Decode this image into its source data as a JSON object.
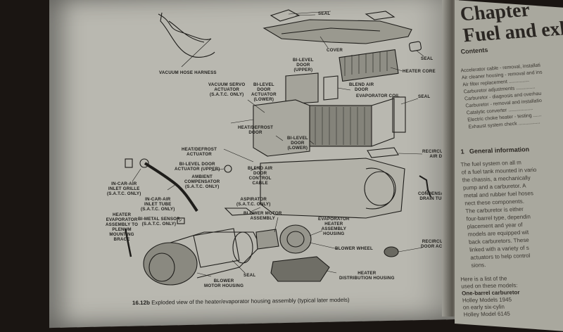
{
  "figure": {
    "number": "16.12b",
    "caption": "Exploded view of the heater/evaporator housing assembly (typical later models)"
  },
  "labels": {
    "seal_top": "SEAL",
    "vacuum_hose_harness": "VACUUM HOSE HARNESS",
    "cover": "COVER",
    "seal_right_top": "SEAL",
    "heater_core": "HEATER CORE",
    "bilevel_door_upper": "BI-LEVEL\nDOOR\n(UPPER)",
    "vacuum_servo_actuator": "VACUUM SERVO\nACTUATOR\n(S.A.T.C. ONLY)",
    "bilevel_door_actuator_lower": "BI-LEVEL\nDOOR\nACTUATOR\n(LOWER)",
    "blend_air_door": "BLEND AIR\nDOOR",
    "evaporator_coil": "EVAPORATOR COIL",
    "seal_right_mid": "SEAL",
    "heat_defrost_door": "HEAT/DEFROST\nDOOR",
    "bilevel_door_lower": "BI-LEVEL\nDOOR\n(LOWER)",
    "heat_defrost_actuator": "HEAT/DEFROST\nACTUATOR",
    "recirculating_air_door": "RECIRCULATING\nAIR DOOR",
    "bilevel_door_actuator_upper": "BI-LEVEL DOOR\nACTUATOR (UPPER)",
    "blend_air_door_control_cable": "BLEND AIR\nDOOR\nCONTROL\nCABLE",
    "ambient_compensator": "AMBIENT\nCOMPENSATOR\n(S.A.T.C. ONLY)",
    "in_car_air_inlet_grille": "IN-CAR-AIR\nINLET GRILLE\n(S.A.T.C. ONLY)",
    "in_car_air_inlet_tube": "IN-CAR-AIR\nINLET TUBE\n(S.A.T.C. ONLY)",
    "aspirator": "ASPIRATOR\n(S.A.T.C. ONLY)",
    "condensate_drain_tube": "CONDENSATE\nDRAIN TUBE",
    "heater_evaporator_brace": "HEATER\nEVAPORATOR\nASSEMBLY TO\nPLENUM\nMOUNTING\nBRACE",
    "bi_metal_sensor": "BI-METAL SENSOR\n(S.A.T.C. ONLY)",
    "blower_motor_assembly": "BLOWER MOTOR\nASSEMBLY",
    "evaporator_heater_housing": "EVAPORATOR\nHEATER\nASSEMBLY\nHOUSING",
    "blower_wheel": "BLOWER WHEEL",
    "recirculating_door_actuator": "RECIRCULATING\nDOOR ACTUATOR",
    "seal_bottom": "SEAL",
    "blower_motor_housing": "BLOWER\nMOTOR HOUSING",
    "heater_distribution_housing": "HEATER\nDISTRIBUTION HOUSING"
  },
  "right_page": {
    "chapter_line1": "Chapter",
    "chapter_line2": "Fuel and exh",
    "contents_title": "Contents",
    "toc": [
      "Accelerator cable - removal, installati",
      "Air cleaner housing - removal and ins",
      "Air filter replacement ...............",
      "Carburetor adjustments ..............",
      "Carburetor - diagnosis and overhau",
      "Carburetor - removal and installatio",
      "Catalytic converter ..................",
      "Electric choke heater - testing ......",
      "Exhaust system check ................"
    ],
    "section_number": "1",
    "section_title": "General information",
    "body": [
      "The fuel system on all m",
      "of a fuel tank mounted in vario",
      "the chassis, a mechanically",
      "pump and a carburetor. A",
      "metal and rubber fuel hoses",
      "nect these components.",
      "The carburetor is either",
      "four-barrel type, dependin",
      "placement and year of",
      "models are equipped wit",
      "back carburetors. These",
      "linked with a variety of s",
      "actuators to help control",
      "sions.",
      "Here is a list of the",
      "used on these models:"
    ],
    "sub_heading": "One-barrel carburetor",
    "sub_lines": [
      "Holley Models 1945",
      "on early six-cylin",
      "Holley Model 6145"
    ]
  }
}
